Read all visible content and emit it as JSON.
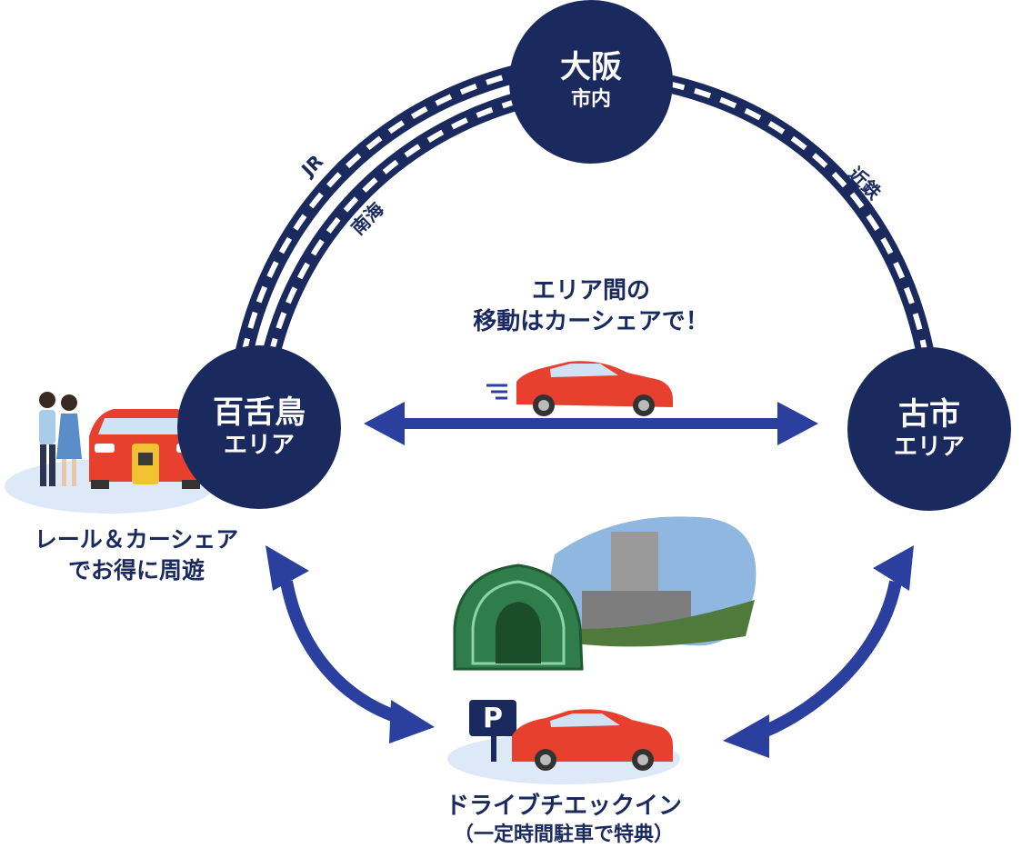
{
  "nodes": {
    "osaka": {
      "main": "大阪",
      "sub": "市内"
    },
    "mozu": {
      "main": "百舌鳥",
      "sub": "エリア"
    },
    "furuichi": {
      "main": "古市",
      "sub": "エリア"
    }
  },
  "lines": {
    "jr": "JR",
    "nankai": "南海",
    "kintetsu": "近鉄"
  },
  "captions": {
    "center": [
      "エリア間の",
      "移動はカーシェアで！"
    ],
    "rail": [
      "レール＆カーシェア",
      "でお得に周遊"
    ],
    "drive": [
      "ドライブチエックイン",
      "（一定時間駐車で特典）"
    ]
  },
  "parking_sign": "P",
  "colors": {
    "navy": "#1b2a5e",
    "arrow_blue": "#2b3f9e",
    "car_red": "#e8402e",
    "ground": "#dde9f6",
    "mound_green": "#2f7d4a"
  }
}
